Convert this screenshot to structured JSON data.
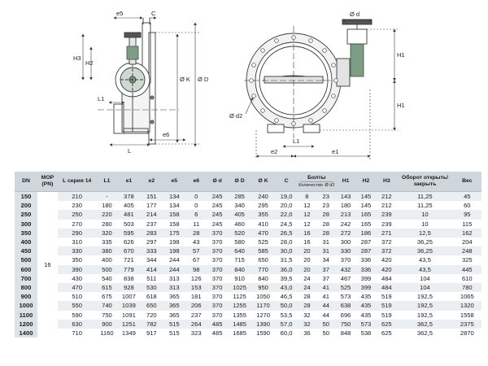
{
  "drawing": {
    "side_labels": {
      "e5": "e5",
      "c": "C",
      "h3": "H3",
      "h2": "H2",
      "l1": "L1",
      "e6": "e6",
      "l": "L",
      "k": "Ø K",
      "d_outer": "Ø D"
    },
    "front_labels": {
      "d": "Ø d",
      "h1_top": "H1",
      "h1_bottom": "H1",
      "d2": "Ø d2",
      "l1": "L1",
      "e2": "e2",
      "e1": "e1"
    },
    "colors": {
      "line": "#3a3a3a",
      "valve_green": "#7f9c84",
      "handwheel": "#555555"
    }
  },
  "table": {
    "headers": [
      {
        "key": "dn",
        "label": "DN"
      },
      {
        "key": "mop",
        "label": "МОР (PN)"
      },
      {
        "key": "l",
        "label": "L серия 14"
      },
      {
        "key": "l1",
        "label": "L1"
      },
      {
        "key": "e1",
        "label": "e1"
      },
      {
        "key": "e2",
        "label": "e2"
      },
      {
        "key": "e5",
        "label": "e5"
      },
      {
        "key": "e6",
        "label": "e6"
      },
      {
        "key": "d",
        "label": "Ø d"
      },
      {
        "key": "D",
        "label": "Ø D"
      },
      {
        "key": "K",
        "label": "Ø K"
      },
      {
        "key": "c",
        "label": "C"
      },
      {
        "key": "bolts",
        "label": "Болты",
        "sub1": "Количество",
        "sub2": "Ø d2"
      },
      {
        "key": "h1",
        "label": "H1"
      },
      {
        "key": "h2",
        "label": "H2"
      },
      {
        "key": "h3",
        "label": "H3"
      },
      {
        "key": "turns",
        "label": "Оборот открыть/закрыть"
      },
      {
        "key": "weight",
        "label": "Вес"
      }
    ],
    "mop_value": "16",
    "rows": [
      [
        "150",
        "210",
        "-",
        "378",
        "151",
        "134",
        "0",
        "245",
        "285",
        "240",
        "19,0",
        "8",
        "23",
        "143",
        "145",
        "212",
        "11,25",
        "45"
      ],
      [
        "200",
        "230",
        "180",
        "405",
        "177",
        "134",
        "0",
        "245",
        "340",
        "295",
        "20,0",
        "12",
        "23",
        "180",
        "145",
        "212",
        "11,25",
        "60"
      ],
      [
        "250",
        "250",
        "220",
        "481",
        "214",
        "158",
        "6",
        "245",
        "405",
        "355",
        "22,0",
        "12",
        "28",
        "213",
        "165",
        "239",
        "10",
        "95"
      ],
      [
        "300",
        "270",
        "280",
        "503",
        "237",
        "158",
        "11",
        "245",
        "460",
        "410",
        "24,5",
        "12",
        "28",
        "242",
        "165",
        "239",
        "10",
        "115"
      ],
      [
        "350",
        "290",
        "320",
        "595",
        "283",
        "175",
        "28",
        "370",
        "520",
        "470",
        "26,5",
        "16",
        "28",
        "272",
        "186",
        "271",
        "12,5",
        "162"
      ],
      [
        "400",
        "310",
        "335",
        "626",
        "297",
        "198",
        "43",
        "370",
        "580",
        "525",
        "28,0",
        "16",
        "31",
        "300",
        "287",
        "372",
        "36,25",
        "204"
      ],
      [
        "450",
        "330",
        "380",
        "670",
        "333",
        "198",
        "57",
        "370",
        "640",
        "585",
        "30,0",
        "20",
        "31",
        "330",
        "287",
        "372",
        "36,25",
        "248"
      ],
      [
        "500",
        "350",
        "400",
        "721",
        "344",
        "244",
        "67",
        "370",
        "715",
        "650",
        "31,5",
        "20",
        "34",
        "370",
        "336",
        "420",
        "43,5",
        "325"
      ],
      [
        "600",
        "390",
        "500",
        "779",
        "414",
        "244",
        "98",
        "370",
        "840",
        "770",
        "36,0",
        "20",
        "37",
        "432",
        "336",
        "420",
        "43,5",
        "445"
      ],
      [
        "700",
        "430",
        "540",
        "838",
        "511",
        "313",
        "126",
        "370",
        "910",
        "840",
        "39,5",
        "24",
        "37",
        "467",
        "399",
        "484",
        "104",
        "610"
      ],
      [
        "800",
        "470",
        "615",
        "928",
        "530",
        "313",
        "153",
        "370",
        "1025",
        "950",
        "43,0",
        "24",
        "41",
        "525",
        "399",
        "484",
        "104",
        "780"
      ],
      [
        "900",
        "510",
        "675",
        "1007",
        "618",
        "365",
        "181",
        "370",
        "1125",
        "1050",
        "46,5",
        "28",
        "41",
        "573",
        "435",
        "519",
        "192,5",
        "1065"
      ],
      [
        "1000",
        "550",
        "740",
        "1039",
        "650",
        "365",
        "206",
        "370",
        "1255",
        "1170",
        "50,0",
        "28",
        "44",
        "638",
        "435",
        "519",
        "192,5",
        "1320"
      ],
      [
        "1100",
        "590",
        "750",
        "1091",
        "720",
        "365",
        "237",
        "370",
        "1355",
        "1270",
        "53,5",
        "32",
        "44",
        "696",
        "435",
        "519",
        "192,5",
        "1558"
      ],
      [
        "1200",
        "630",
        "900",
        "1251",
        "782",
        "515",
        "264",
        "485",
        "1485",
        "1390",
        "57,0",
        "32",
        "50",
        "750",
        "573",
        "625",
        "362,5",
        "2375"
      ],
      [
        "1400",
        "710",
        "1160",
        "1349",
        "917",
        "515",
        "323",
        "485",
        "1685",
        "1590",
        "60,0",
        "36",
        "50",
        "848",
        "538",
        "625",
        "362,5",
        "2870"
      ]
    ]
  }
}
